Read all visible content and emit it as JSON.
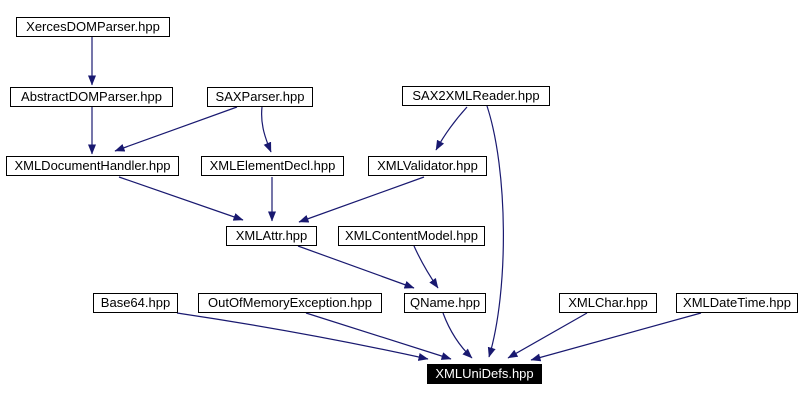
{
  "diagram": {
    "title": "include dependency graph",
    "colors": {
      "background": "#ffffff",
      "edge": "#191970",
      "node_border": "#000000",
      "node_background": "#ffffff",
      "current_node_background": "#000000",
      "current_node_text": "#ffffff"
    },
    "nodes": [
      {
        "id": "XercesDOMParser",
        "label": "XercesDOMParser.hpp",
        "current": false
      },
      {
        "id": "AbstractDOMParser",
        "label": "AbstractDOMParser.hpp",
        "current": false
      },
      {
        "id": "SAXParser",
        "label": "SAXParser.hpp",
        "current": false
      },
      {
        "id": "SAX2XMLReader",
        "label": "SAX2XMLReader.hpp",
        "current": false
      },
      {
        "id": "XMLDocumentHandler",
        "label": "XMLDocumentHandler.hpp",
        "current": false
      },
      {
        "id": "XMLElementDecl",
        "label": "XMLElementDecl.hpp",
        "current": false
      },
      {
        "id": "XMLValidator",
        "label": "XMLValidator.hpp",
        "current": false
      },
      {
        "id": "XMLAttr",
        "label": "XMLAttr.hpp",
        "current": false
      },
      {
        "id": "XMLContentModel",
        "label": "XMLContentModel.hpp",
        "current": false
      },
      {
        "id": "Base64",
        "label": "Base64.hpp",
        "current": false
      },
      {
        "id": "OutOfMemoryException",
        "label": "OutOfMemoryException.hpp",
        "current": false
      },
      {
        "id": "QName",
        "label": "QName.hpp",
        "current": false
      },
      {
        "id": "XMLChar",
        "label": "XMLChar.hpp",
        "current": false
      },
      {
        "id": "XMLDateTime",
        "label": "XMLDateTime.hpp",
        "current": false
      },
      {
        "id": "XMLUniDefs",
        "label": "XMLUniDefs.hpp",
        "current": true
      }
    ],
    "edges": [
      {
        "from": "XercesDOMParser.hpp",
        "to": "AbstractDOMParser.hpp"
      },
      {
        "from": "AbstractDOMParser.hpp",
        "to": "XMLDocumentHandler.hpp"
      },
      {
        "from": "SAXParser.hpp",
        "to": "XMLDocumentHandler.hpp"
      },
      {
        "from": "SAXParser.hpp",
        "to": "XMLElementDecl.hpp"
      },
      {
        "from": "SAX2XMLReader.hpp",
        "to": "XMLValidator.hpp"
      },
      {
        "from": "SAX2XMLReader.hpp",
        "to": "XMLUniDefs.hpp"
      },
      {
        "from": "XMLDocumentHandler.hpp",
        "to": "XMLAttr.hpp"
      },
      {
        "from": "XMLElementDecl.hpp",
        "to": "XMLAttr.hpp"
      },
      {
        "from": "XMLValidator.hpp",
        "to": "XMLAttr.hpp"
      },
      {
        "from": "XMLAttr.hpp",
        "to": "QName.hpp"
      },
      {
        "from": "XMLContentModel.hpp",
        "to": "QName.hpp"
      },
      {
        "from": "QName.hpp",
        "to": "XMLUniDefs.hpp"
      },
      {
        "from": "Base64.hpp",
        "to": "XMLUniDefs.hpp"
      },
      {
        "from": "OutOfMemoryException.hpp",
        "to": "XMLUniDefs.hpp"
      },
      {
        "from": "XMLChar.hpp",
        "to": "XMLUniDefs.hpp"
      },
      {
        "from": "XMLDateTime.hpp",
        "to": "XMLUniDefs.hpp"
      }
    ]
  }
}
